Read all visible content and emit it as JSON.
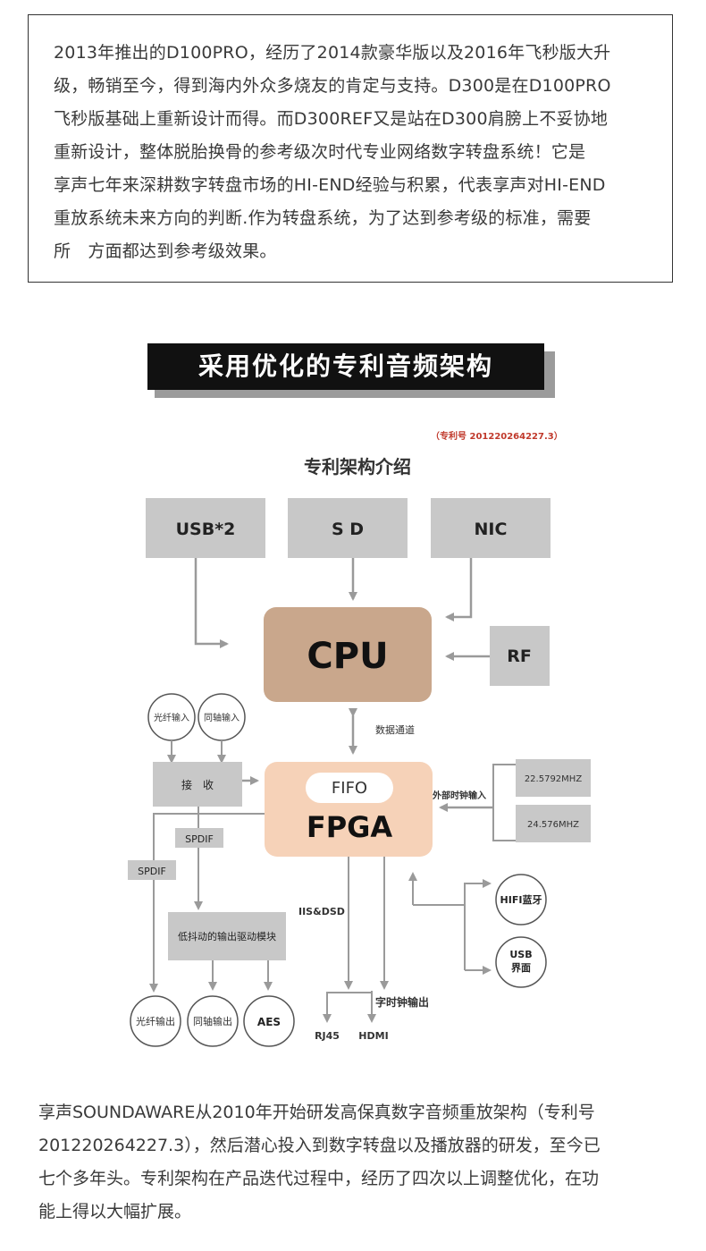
{
  "intro": {
    "lines": [
      "2013年推出的D100PRO，经历了2014款豪华版以及2016年飞秒版大升",
      "级，畅销至今，得到海内外众多烧友的肯定与支持。D300是在D100PRO",
      "飞秒版基础上重新设计而得。而D300REF又是站在D300肩膀上不妥协地",
      "重新设计，整体脱胎换骨的参考级次时代专业网络数字转盘系统！它是",
      "享声七年来深耕数字转盘市场的HI-END经验与积累，代表享声对HI-END",
      "重放系统未来方向的判断.作为转盘系统，为了达到参考级的标准，需要",
      "所　方面都达到参考级效果。"
    ]
  },
  "banner": {
    "title": "采用优化的专利音频架构"
  },
  "diagram": {
    "patent_note": "（专利号 201220264227.3）",
    "title": "专利架构介绍",
    "top_blocks": {
      "usb": "USB*2",
      "sd": "S D",
      "nic": "NIC"
    },
    "cpu": "CPU",
    "rf": "RF",
    "data_channel": "数据通道",
    "inputs": {
      "optical_in": "光纤输入",
      "coaxial_in": "同轴输入"
    },
    "receiver": "接　收",
    "fifo": "FIFO",
    "fpga": "FPGA",
    "ext_clock_label": "外部时钟输入",
    "clocks": [
      "22.5792MHZ",
      "24.576MHZ"
    ],
    "spdif_inner": "SPDIF",
    "spdif_outer": "SPDIF",
    "iis_dsd": "IIS&DSD",
    "low_jitter_driver": "低抖动的输出驱动模块",
    "wordclock_out": "字时钟输出",
    "rj45": "RJ45",
    "hdmi": "HDMI",
    "outputs": {
      "optical_out": "光纤输出",
      "coaxial_out": "同轴输出",
      "aes": "AES"
    },
    "bluetooth": "HIFI蓝牙",
    "usb_ui": [
      "USB",
      "界面"
    ],
    "colors": {
      "gray_block": "#c8c8c8",
      "cpu": "#c9a78c",
      "fpga": "#f6d2b8",
      "arrow": "#9a9a9a",
      "patent_note": "#c0392b"
    }
  },
  "bottom": {
    "lines": [
      "享声SOUNDAWARE从2010年开始研发高保真数字音频重放架构（专利号",
      "201220264227.3），然后潜心投入到数字转盘以及播放器的研发，至今已",
      "七个多年头。专利架构在产品迭代过程中，经历了四次以上调整优化，在功",
      "能上得以大幅扩展。"
    ]
  }
}
